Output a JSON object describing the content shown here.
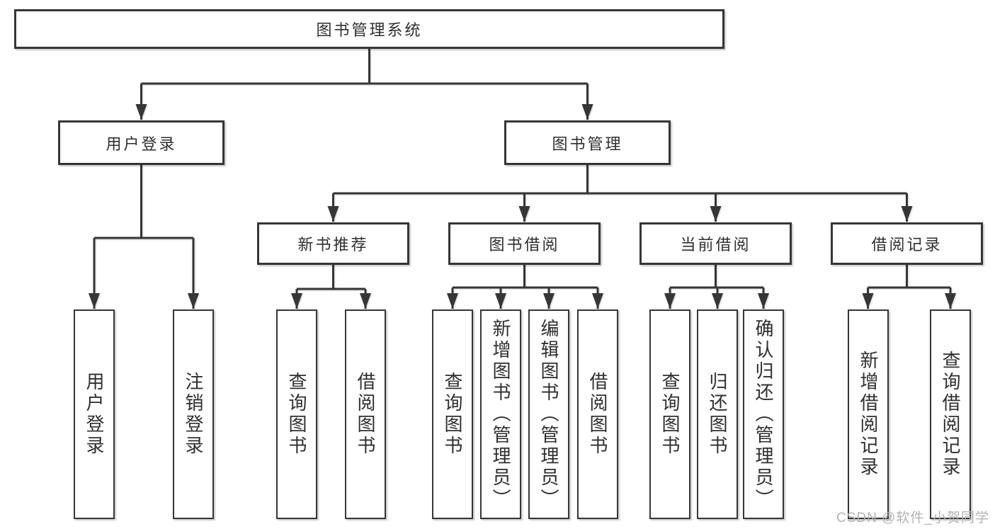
{
  "tree": {
    "root": "图书管理系统",
    "branches": [
      {
        "label": "用户登录",
        "children": [
          "用户登录",
          "注销登录"
        ]
      },
      {
        "label": "图书管理",
        "children": [
          {
            "label": "新书推荐",
            "children": [
              "查询图书",
              "借阅图书"
            ]
          },
          {
            "label": "图书借阅",
            "children": [
              "查询图书",
              "新增图书（管理员）",
              "编辑图书（管理员）",
              "借阅图书"
            ]
          },
          {
            "label": "当前借阅",
            "children": [
              "查询图书",
              "归还图书",
              "确认归还（管理员）"
            ]
          },
          {
            "label": "借阅记录",
            "children": [
              "新增借阅记录",
              "查询借阅记录"
            ]
          }
        ]
      }
    ]
  },
  "watermark": "CSDN @软件_小贺同学",
  "colors": {
    "line": "#363636",
    "box_border": "#363636",
    "text": "#2f2f2f",
    "watermark": "#b3b3b3",
    "background": "#ffffff"
  }
}
